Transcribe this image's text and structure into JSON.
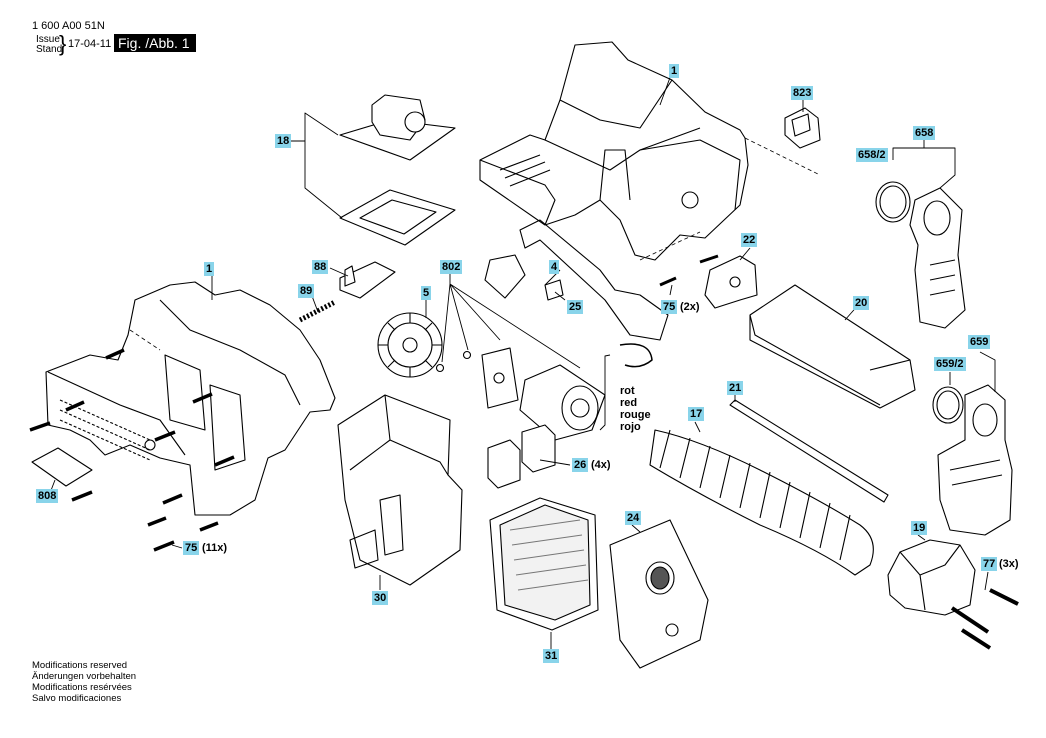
{
  "header": {
    "doc_number": "1 600 A00 51N",
    "issue_label": "Issue",
    "stand_label": "Stand",
    "date": "17-04-11",
    "figure_label": "Fig. /Abb. 1"
  },
  "parts": [
    {
      "id": "p1a",
      "label": "1"
    },
    {
      "id": "p1b",
      "label": "1"
    },
    {
      "id": "p823",
      "label": "823"
    },
    {
      "id": "p658",
      "label": "658"
    },
    {
      "id": "p658_2",
      "label": "658/2"
    },
    {
      "id": "p18",
      "label": "18"
    },
    {
      "id": "p22",
      "label": "22"
    },
    {
      "id": "p88",
      "label": "88"
    },
    {
      "id": "p89",
      "label": "89"
    },
    {
      "id": "p802",
      "label": "802"
    },
    {
      "id": "p4",
      "label": "4"
    },
    {
      "id": "p5",
      "label": "5"
    },
    {
      "id": "p25",
      "label": "25"
    },
    {
      "id": "p75a",
      "label": "75",
      "qty": "(2x)"
    },
    {
      "id": "p20",
      "label": "20"
    },
    {
      "id": "p659",
      "label": "659"
    },
    {
      "id": "p659_2",
      "label": "659/2"
    },
    {
      "id": "p21",
      "label": "21"
    },
    {
      "id": "p17",
      "label": "17"
    },
    {
      "id": "p26",
      "label": "26",
      "qty": "(4x)"
    },
    {
      "id": "p808",
      "label": "808"
    },
    {
      "id": "p75b",
      "label": "75",
      "qty": "(11x)"
    },
    {
      "id": "p24",
      "label": "24"
    },
    {
      "id": "p19",
      "label": "19"
    },
    {
      "id": "p77",
      "label": "77",
      "qty": "(3x)"
    },
    {
      "id": "p30",
      "label": "30"
    },
    {
      "id": "p31",
      "label": "31"
    }
  ],
  "wire_color_labels": [
    "rot",
    "red",
    "rouge",
    "rojo"
  ],
  "footer_notes": [
    "Modifications reserved",
    "Änderungen vorbehalten",
    "Modifications resérvées",
    "Salvo modificaciones"
  ],
  "colors": {
    "callout_bg": "#89d4ea",
    "figure_bg": "#000000",
    "line": "#000000"
  }
}
